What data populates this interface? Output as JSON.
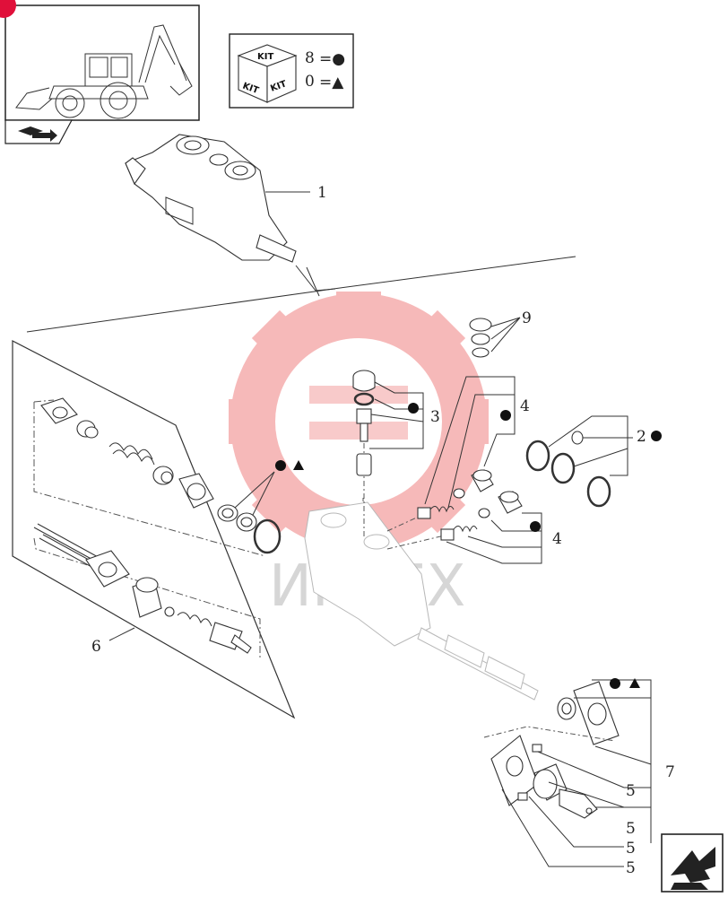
{
  "kit_legend": {
    "kit_word": "KIT",
    "row1_number": "8",
    "row1_symbol": "=●",
    "row2_number": "0",
    "row2_symbol": "=▲"
  },
  "callouts": {
    "c1": "1",
    "c2": "2",
    "c3": "3",
    "c4a": "4",
    "c4b": "4",
    "c5a": "5",
    "c5b": "5",
    "c5c": "5",
    "c5d": "5",
    "c6": "6",
    "c7": "7",
    "c9": "9"
  },
  "watermark": {
    "text": "ИНТЕХ",
    "color": "#f08080"
  },
  "icons": {
    "thumbnail": "backhoe-loader-icon",
    "nav_left": "book-arrow-icon",
    "nav_right": "next-page-arrow-icon"
  },
  "colors": {
    "line": "#333333",
    "badge": "#e0103a"
  }
}
